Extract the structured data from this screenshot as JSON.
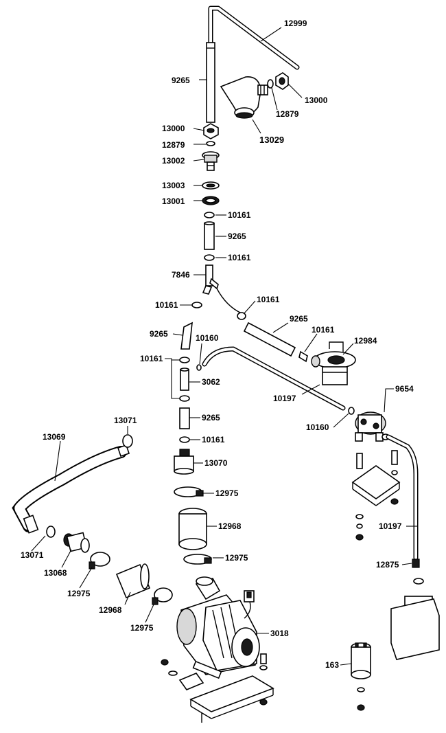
{
  "labels": {
    "l12999": "12999",
    "l9265a": "9265",
    "l13000a": "13000",
    "l12879a": "12879",
    "l13029": "13029",
    "l13000b": "13000",
    "l12879b": "12879",
    "l13002": "13002",
    "l13003": "13003",
    "l13001": "13001",
    "l10161a": "10161",
    "l9265b": "9265",
    "l10161b": "10161",
    "l7846": "7846",
    "l10161c": "10161",
    "l10161d": "10161",
    "l9265c": "9265",
    "l10161e": "10161",
    "l12984": "12984",
    "l9265d": "9265",
    "l10160a": "10160",
    "l10161f": "10161",
    "l3062": "3062",
    "l10197a": "10197",
    "l9654": "9654",
    "l13071a": "13071",
    "l9265e": "9265",
    "l10160b": "10160",
    "l10161g": "10161",
    "l13069": "13069",
    "l13070": "13070",
    "l12975a": "12975",
    "l12968a": "12968",
    "l10197b": "10197",
    "l13071b": "13071",
    "l13068": "13068",
    "l12975b": "12975",
    "l12975c": "12975",
    "l12875": "12875",
    "l12968b": "12968",
    "l12975d": "12975",
    "l3018": "3018",
    "l163": "163"
  }
}
